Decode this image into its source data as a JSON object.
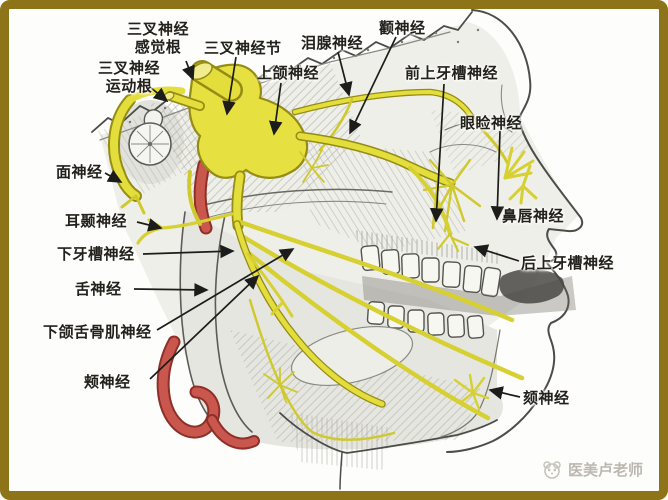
{
  "diagram": {
    "subject": "trigeminal-and-facial-nerve-anatomy-sketch",
    "colors": {
      "nerve_yellow": "#e4de3c",
      "nerve_outline": "#948c14",
      "artery_red": "#c0504a",
      "sketch_gray": "#5a5a56",
      "frame_gold": "#8d7418",
      "watermark_gray": "#bcb8b0"
    }
  },
  "labels": {
    "sensory_root": {
      "text": "三叉神经\n感觉根"
    },
    "ganglion": {
      "text": "三叉神经节"
    },
    "lacrimal": {
      "text": "泪腺神经"
    },
    "zygomatic": {
      "text": "颧神经"
    },
    "motor_root": {
      "text": "三叉神经\n运动根"
    },
    "maxillary": {
      "text": "上颌神经"
    },
    "ant_sup_alveolar": {
      "text": "前上牙槽神经"
    },
    "palpebral": {
      "text": "眼睑神经"
    },
    "facial": {
      "text": "面神经"
    },
    "nasolabial": {
      "text": "鼻唇神经"
    },
    "auriculotemporal": {
      "text": "耳颞神经"
    },
    "inf_alveolar": {
      "text": "下牙槽神经"
    },
    "lingual": {
      "text": "舌神经"
    },
    "post_sup_alveolar": {
      "text": "后上牙槽神经"
    },
    "mylohyoid": {
      "text": "下颌舌骨肌神经"
    },
    "buccal": {
      "text": "颊神经"
    },
    "mental": {
      "text": "颏神经"
    }
  },
  "watermark": {
    "icon": "panda-logo-icon",
    "text": "医美卢老师"
  }
}
